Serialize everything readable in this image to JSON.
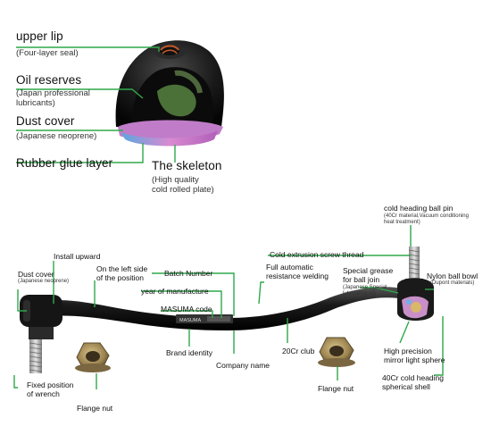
{
  "top": {
    "upper_lip": {
      "title": "upper lip",
      "sub": "(Four-layer seal)"
    },
    "oil_reserves": {
      "title": "Oil reserves",
      "sub1": "(Japan professional",
      "sub2": "lubricants)"
    },
    "dust_cover": {
      "title": "Dust cover",
      "sub": "(Japanese neoprene)"
    },
    "rubber_glue": {
      "title": "Rubber glue layer"
    },
    "skeleton": {
      "title": "The skeleton",
      "sub1": "(High quality",
      "sub2": "cold rolled plate)"
    }
  },
  "bottom": {
    "install_upward": "Install upward",
    "dust_cover": {
      "title": "Dust cover",
      "sub": "(Japanese neoprene)"
    },
    "left_side": {
      "line1": "On the left side",
      "line2": "of the position"
    },
    "batch_number": "Batch Number",
    "year_manufacture": "year of manufacture",
    "masuma_code": "MASUMA code",
    "brand_identity": "Brand identity",
    "company_name": "Company name",
    "fixed_position": {
      "line1": "Fixed position",
      "line2": "of wrench"
    },
    "flange_nut_left": "Flange nut",
    "cold_extrusion": "Cold extrusion screw thread",
    "welding": {
      "line1": "Full automatic",
      "line2": "resistance welding"
    },
    "special_grease": {
      "line1": "Special grease",
      "line2": "for ball join",
      "sub1": "(Japanese Special",
      "sub2": "lubricating oil)"
    },
    "club": "20Cr club",
    "flange_nut_right": "Flange nut",
    "ball_pin": {
      "title": "cold heading ball pin",
      "sub1": "(40Cr material,Vacuum conditioning",
      "sub2": "heat treatment)"
    },
    "nylon_bowl": {
      "title": "Nylon ball bowl",
      "sub": "(Dupont materials)"
    },
    "mirror_sphere": {
      "line1": "High precision",
      "line2": "mirror light sphere"
    },
    "spherical_shell": {
      "line1": "40Cr cold heading",
      "line2": "spherical shell"
    },
    "rod_marking": "MASUMA"
  },
  "colors": {
    "leader": "#2ea84a"
  }
}
